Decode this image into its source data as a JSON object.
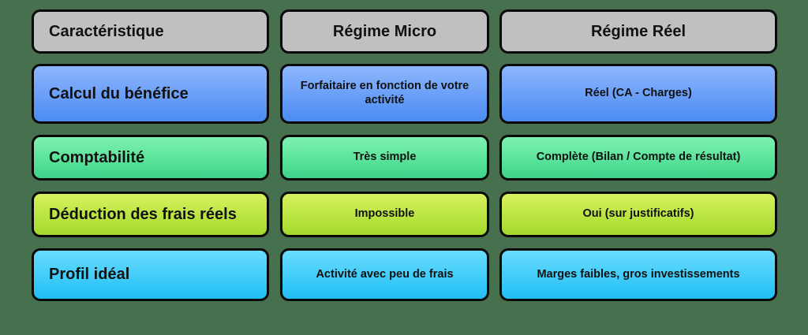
{
  "table": {
    "columns": [
      "Caractéristique",
      "Régime Micro",
      "Régime Réel"
    ],
    "header": {
      "feature": "Caractéristique",
      "micro": "Régime Micro",
      "reel": "Régime Réel",
      "color": "#c0c0c0"
    },
    "rows": [
      {
        "feature": "Calcul du bénéfice",
        "micro": "Forfaitaire en fonction de votre activité",
        "reel": "Réel (CA - Charges)",
        "color_top": "#8db6fd",
        "color_bottom": "#4b8bf2"
      },
      {
        "feature": "Comptabilité",
        "micro": "Très simple",
        "reel": "Complète (Bilan / Compte de résultat)",
        "color_top": "#7ef2b0",
        "color_bottom": "#3cd589"
      },
      {
        "feature": "Déduction des frais réels",
        "micro": "Impossible",
        "reel": "Oui (sur justificatifs)",
        "color_top": "#d6f25d",
        "color_bottom": "#a4d92c"
      },
      {
        "feature": "Profil idéal",
        "micro": "Activité avec peu de frais",
        "reel": "Marges faibles, gros investissements",
        "color_top": "#69dcfc",
        "color_bottom": "#20bff5"
      }
    ]
  },
  "page": {
    "background_color": "#47704f",
    "border_color": "#0a0a0a",
    "text_color": "#111111"
  }
}
